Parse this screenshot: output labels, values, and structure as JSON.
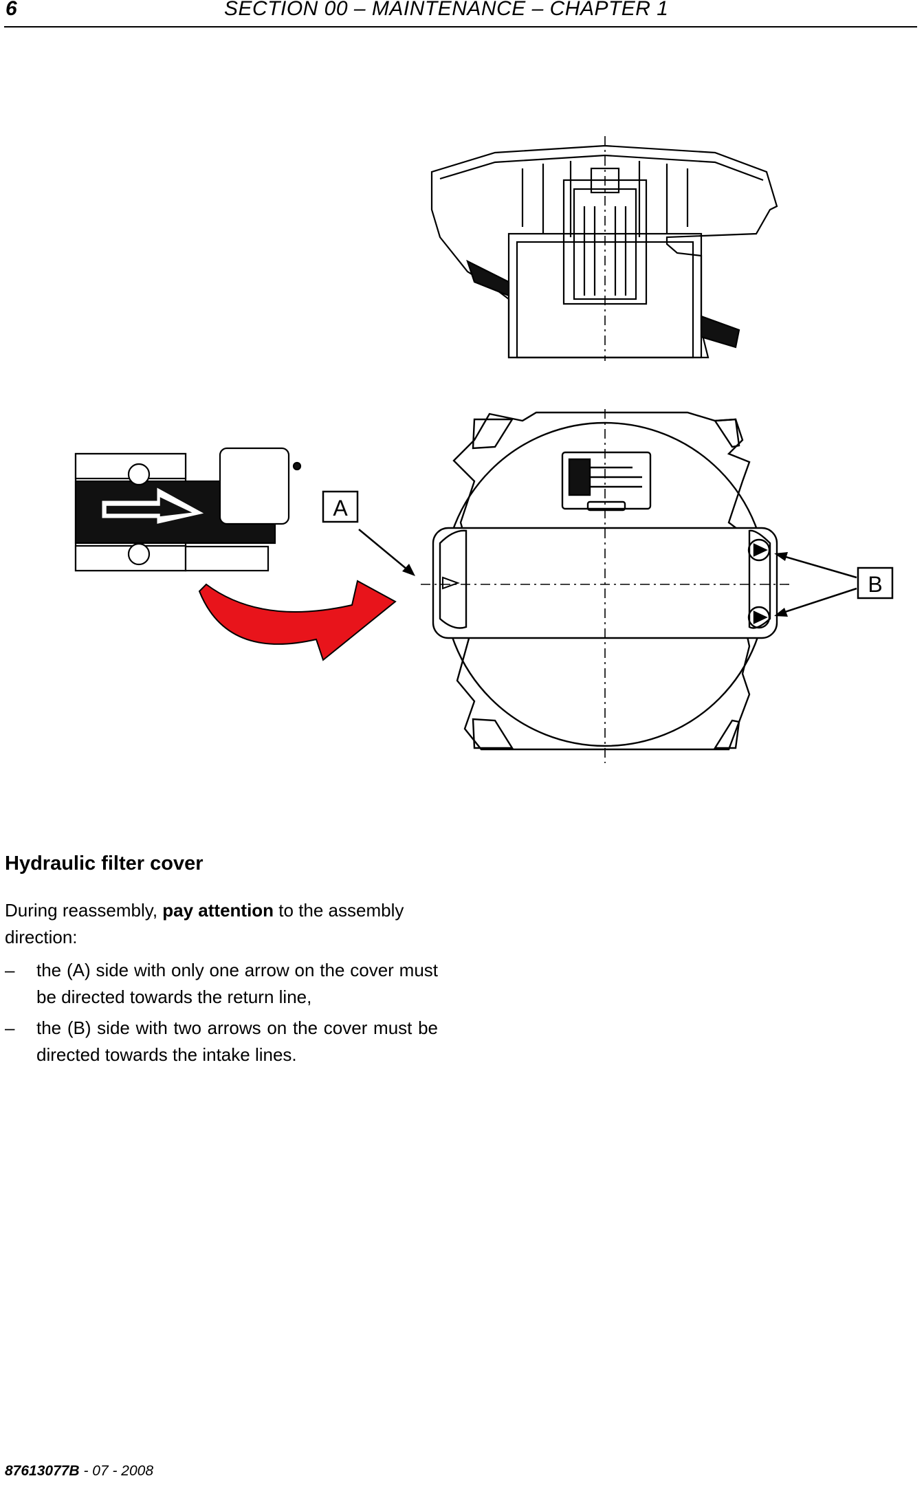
{
  "header": {
    "page_number": "6",
    "section_title": "SECTION 00 – MAINTENANCE – CHAPTER 1"
  },
  "figure": {
    "callout_a": "A",
    "callout_b": "B",
    "colors": {
      "arrow_fill": "#e8141b",
      "line": "#000000",
      "fill_dark": "#111111"
    }
  },
  "content": {
    "heading": "Hydraulic filter cover",
    "intro_before": "During reassembly, ",
    "intro_bold": "pay attention",
    "intro_after": " to the assembly direction:",
    "items": [
      "the (A) side with only one arrow on the cover must be directed towards the return line,",
      "the (B) side with two arrows on the cover must be directed towards the intake lines."
    ],
    "dash": "–"
  },
  "footer": {
    "doc_code": "87613077B",
    "rest": " - 07 - 2008"
  }
}
